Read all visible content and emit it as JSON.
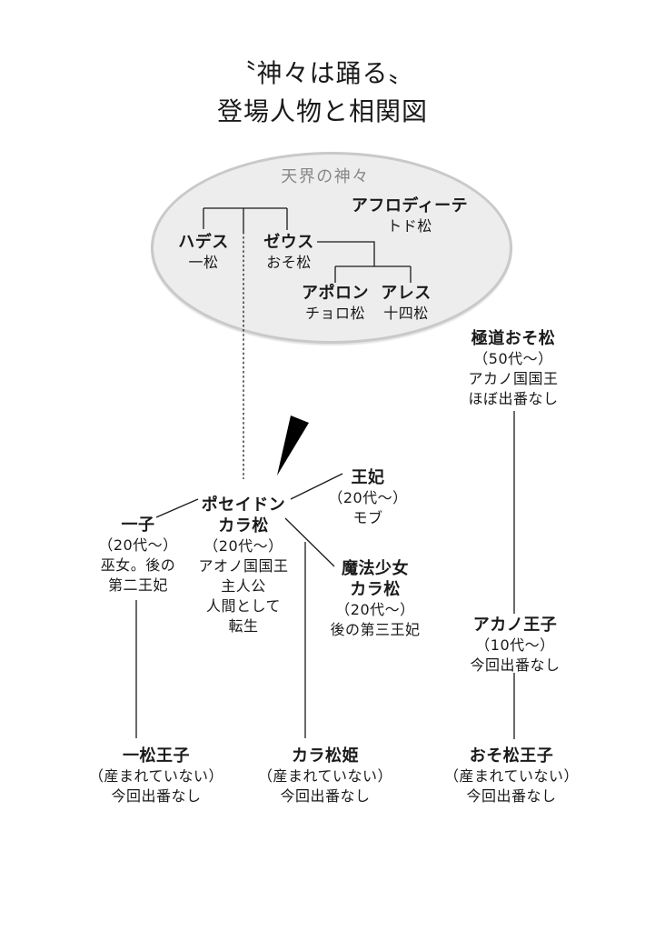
{
  "title": {
    "line1": "〝神々は踊る〟",
    "line2": "登場人物と相関図"
  },
  "colors": {
    "background": "#ffffff",
    "text": "#1a1a1a",
    "group_label": "#888888",
    "ellipse_fill": "#ededed",
    "ellipse_border": "#c9c9c9",
    "line": "#1a1a1a"
  },
  "heaven": {
    "label": "天界の神々",
    "members": [
      {
        "name": "ハデス",
        "actor": "一松"
      },
      {
        "name": "ゼウス",
        "actor": "おそ松"
      },
      {
        "name": "アフロディーテ",
        "actor": "トド松"
      },
      {
        "name": "アポロン",
        "actor": "チョロ松"
      },
      {
        "name": "アレス",
        "actor": "十四松"
      }
    ]
  },
  "characters": {
    "gokudo_osomatsu": {
      "names": [
        "極道おそ松"
      ],
      "details": [
        "（50代〜）",
        "アカノ国国王",
        "ほぼ出番なし"
      ]
    },
    "poseidon_karamatsu": {
      "names": [
        "ポセイドン",
        "カラ松"
      ],
      "details": [
        "（20代〜）",
        "アオノ国国王",
        "主人公",
        "人間として",
        "転生"
      ]
    },
    "ichiko": {
      "names": [
        "一子"
      ],
      "details": [
        "（20代〜）",
        "巫女。後の",
        "第二王妃"
      ]
    },
    "ouhi": {
      "names": [
        "王妃"
      ],
      "details": [
        "（20代〜）",
        "モブ"
      ]
    },
    "mahou_shoujo_karamatsu": {
      "names": [
        "魔法少女",
        "カラ松"
      ],
      "details": [
        "（20代〜）",
        "後の第三王妃"
      ]
    },
    "akano_ouji": {
      "names": [
        "アカノ王子"
      ],
      "details": [
        "（10代〜）",
        "今回出番なし"
      ]
    },
    "ichimatsu_ouji": {
      "names": [
        "一松王子"
      ],
      "details": [
        "（産まれていない）",
        "今回出番なし"
      ]
    },
    "karamatsu_hime": {
      "names": [
        "カラ松姫"
      ],
      "details": [
        "（産まれていない）",
        "今回出番なし"
      ]
    },
    "osomatsu_ouji": {
      "names": [
        "おそ松王子"
      ],
      "details": [
        "（産まれていない）",
        "今回出番なし"
      ]
    }
  }
}
